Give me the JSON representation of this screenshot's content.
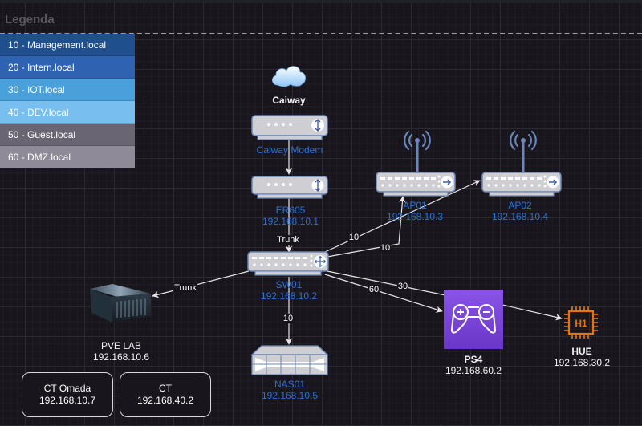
{
  "legend": {
    "title": "Legenda",
    "items": [
      {
        "label": "10 - Management.local",
        "color": "#1f4f8c"
      },
      {
        "label": "20 - Intern.local",
        "color": "#2f62b0"
      },
      {
        "label": "30 - IOT.local",
        "color": "#4aa0da"
      },
      {
        "label": "40 - DEV.local",
        "color": "#78bff0"
      },
      {
        "label": "50 - Guest.local",
        "color": "#6a6572"
      },
      {
        "label": "60 - DMZ.local",
        "color": "#8e8a97"
      }
    ]
  },
  "nodes": {
    "cloud": {
      "name": "Caiway"
    },
    "modem": {
      "name": "Caiway Modem"
    },
    "router": {
      "name": "ER605",
      "ip": "192.168.10.1"
    },
    "switch": {
      "name": "SW01",
      "ip": "192.168.10.2"
    },
    "ap01": {
      "name": "AP01",
      "ip": "192.168.10.3"
    },
    "ap02": {
      "name": "AP02",
      "ip": "192.168.10.4"
    },
    "pve": {
      "name": "PVE LAB",
      "ip": "192.168.10.6"
    },
    "nas": {
      "name": "NAS01",
      "ip": "192.168.10.5"
    },
    "ps4": {
      "name": "PS4",
      "ip": "192.168.60.2"
    },
    "hue": {
      "name": "HUE",
      "ip": "192.168.30.2",
      "chip_label": "H1"
    },
    "ct_omada": {
      "name": "CT Omada",
      "ip": "192.168.10.7"
    },
    "ct": {
      "name": "CT",
      "ip": "192.168.40.2"
    }
  },
  "edges": {
    "router_switch": "Trunk",
    "switch_pve": "Trunk",
    "switch_ap02": "10",
    "switch_ap01": "10",
    "switch_nas": "10",
    "switch_ps4": "60",
    "switch_hue": "30"
  },
  "colors": {
    "device_fill": "#cfcfd3",
    "device_stroke": "#6b86b8",
    "ps4_purple": "#7a45d6",
    "hue_orange": "#e8730c",
    "edge": "#e6e6e6"
  }
}
